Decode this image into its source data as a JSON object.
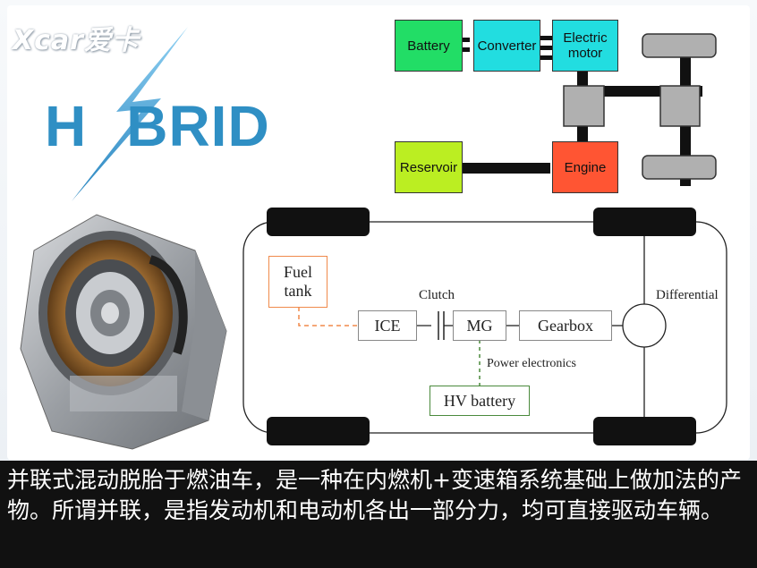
{
  "watermark": {
    "text": "Xcar爱卡"
  },
  "logo": {
    "text_left": "H",
    "text_right": "BRID"
  },
  "top_diagram": {
    "battery": "Battery",
    "converter": "Converter",
    "electric_motor": "Electric motor",
    "reservoir": "Reservoir",
    "engine": "Engine",
    "colors": {
      "battery": "#22dd66",
      "converter": "#22dde0",
      "electric_motor": "#22dde0",
      "reservoir": "#bbee22",
      "engine": "#ff5533",
      "gray": "#b0b0b0"
    }
  },
  "bottom_diagram": {
    "fuel_tank": "Fuel tank",
    "clutch": "Clutch",
    "ice": "ICE",
    "mg": "MG",
    "gearbox": "Gearbox",
    "differential": "Differential",
    "power_electronics": "Power electronics",
    "hv_battery": "HV battery",
    "colors": {
      "fuel": "#f08a4b",
      "battery": "#4a8a3c"
    }
  },
  "caption": {
    "text": "并联式混动脱胎于燃油车，是一种在内燃机+变速箱系统基础上做加法的产物。所谓并联，是指发动机和电动机各出一部分力，均可直接驱动车辆。"
  }
}
